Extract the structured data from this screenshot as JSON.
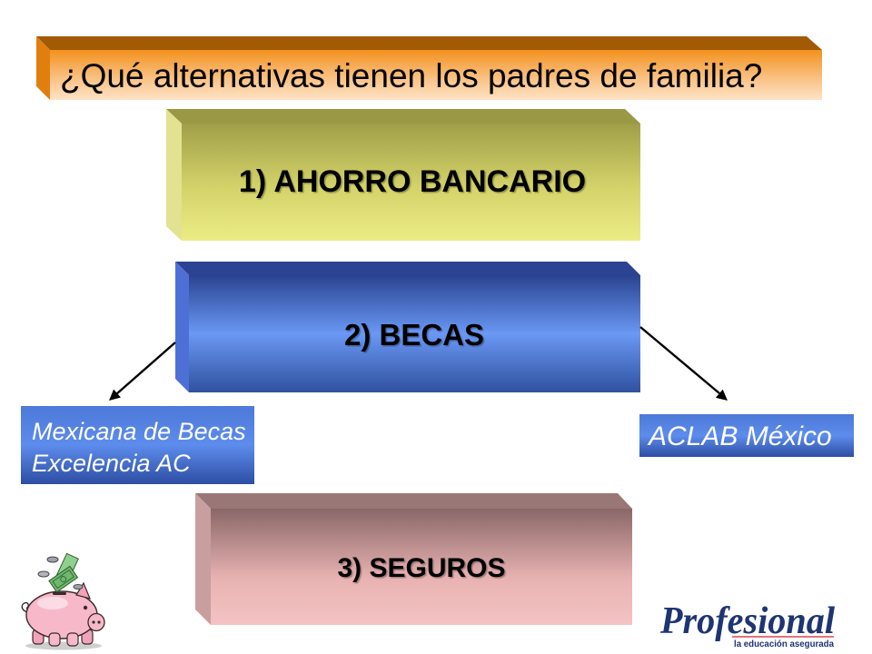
{
  "slide": {
    "title": "¿Qué alternativas tienen los padres de familia?"
  },
  "alternatives": [
    {
      "label": "1) AHORRO BANCARIO",
      "color": "#d4d36a"
    },
    {
      "label": "2) BECAS",
      "color": "#6a98f4"
    },
    {
      "label": "3) SEGUROS",
      "color": "#e8b2b2"
    }
  ],
  "becas_providers": [
    {
      "lines": [
        "Mexicana de Becas",
        "Excelencia AC"
      ]
    },
    {
      "lines": [
        "ACLAB México"
      ]
    }
  ],
  "logo": {
    "name": "Profesional",
    "tagline": "la educación asegurada",
    "color": "#1e3473"
  },
  "icons": {
    "clipart": "piggy-bank-icon",
    "connector": "arrow-icon"
  },
  "colors": {
    "title_bar": "#f3911d",
    "provider_box": "#5d8cec",
    "logo_accent": "#d4202a"
  }
}
